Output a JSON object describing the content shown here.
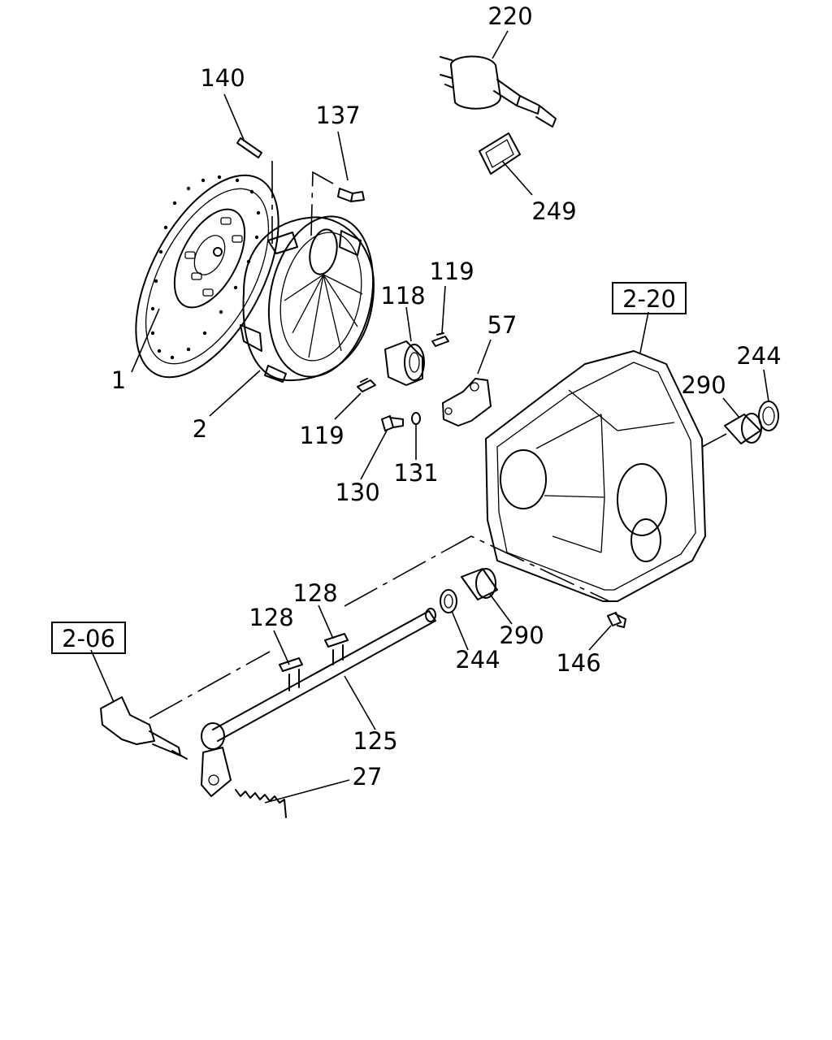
{
  "callouts": [
    {
      "id": "220",
      "text": "220"
    },
    {
      "id": "140",
      "text": "140"
    },
    {
      "id": "137",
      "text": "137"
    },
    {
      "id": "249",
      "text": "249"
    },
    {
      "id": "119a",
      "text": "119"
    },
    {
      "id": "118",
      "text": "118"
    },
    {
      "id": "57",
      "text": "57"
    },
    {
      "id": "244a",
      "text": "244"
    },
    {
      "id": "290a",
      "text": "290"
    },
    {
      "id": "1",
      "text": "1"
    },
    {
      "id": "2",
      "text": "2"
    },
    {
      "id": "119b",
      "text": "119"
    },
    {
      "id": "131",
      "text": "131"
    },
    {
      "id": "130",
      "text": "130"
    },
    {
      "id": "128a",
      "text": "128"
    },
    {
      "id": "128b",
      "text": "128"
    },
    {
      "id": "290b",
      "text": "290"
    },
    {
      "id": "244b",
      "text": "244"
    },
    {
      "id": "146",
      "text": "146"
    },
    {
      "id": "125",
      "text": "125"
    },
    {
      "id": "27",
      "text": "27"
    }
  ],
  "references": [
    {
      "id": "ref-2-20",
      "text": "2-20"
    },
    {
      "id": "ref-2-06",
      "text": "2-06"
    }
  ]
}
